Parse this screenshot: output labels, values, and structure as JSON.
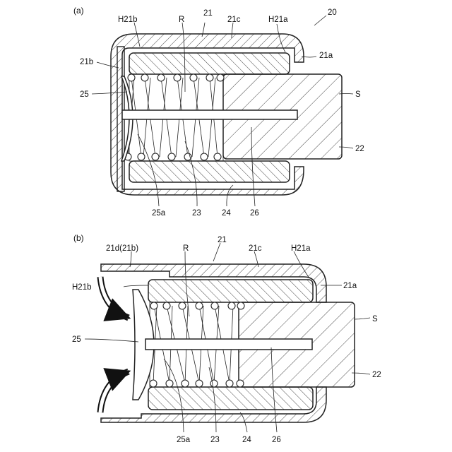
{
  "figure": {
    "panel_a": {
      "tag": "(a)",
      "labels": {
        "ref_20": "20",
        "ref_21": "21",
        "ref_21a": "21a",
        "ref_21b": "21b",
        "ref_21c": "21c",
        "ref_H21a": "H21a",
        "ref_H21b": "H21b",
        "ref_R": "R",
        "ref_S": "S",
        "ref_22": "22",
        "ref_23": "23",
        "ref_24": "24",
        "ref_25": "25",
        "ref_25a": "25a",
        "ref_26": "26"
      }
    },
    "panel_b": {
      "tag": "(b)",
      "labels": {
        "ref_21": "21",
        "ref_21d": "21d(21b)",
        "ref_21c": "21c",
        "ref_21a": "21a",
        "ref_H21a": "H21a",
        "ref_H21b": "H21b",
        "ref_R": "R",
        "ref_S": "S",
        "ref_22": "22",
        "ref_23": "23",
        "ref_24": "24",
        "ref_25": "25",
        "ref_25a": "25a",
        "ref_26": "26"
      }
    }
  }
}
